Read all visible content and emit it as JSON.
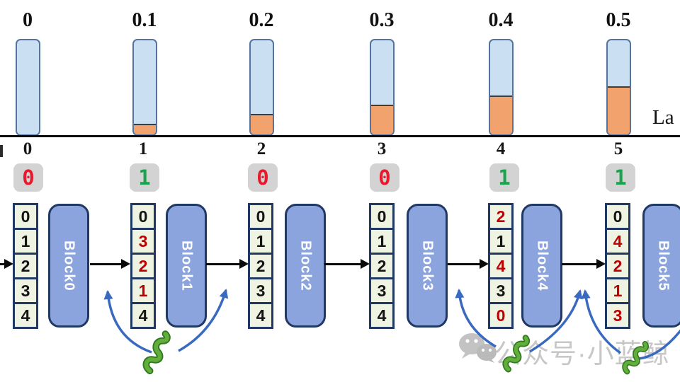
{
  "chart_data": {
    "type": "bar",
    "title": "",
    "categories": [
      "0",
      "1",
      "2",
      "3",
      "4",
      "5"
    ],
    "series": [
      {
        "name": "orange-bottom-ratio",
        "values": [
          0,
          0.1,
          0.2,
          0.3,
          0.4,
          0.5
        ]
      },
      {
        "name": "blue-top-remainder",
        "values": [
          1.0,
          0.9,
          0.8,
          0.7,
          0.6,
          0.5
        ]
      }
    ],
    "bar_value_labels": [
      "0",
      "0.1",
      "0.2",
      "0.3",
      "0.4",
      "0.5"
    ],
    "xlabel": "La",
    "ylabel": "",
    "ylim": [
      0,
      1
    ],
    "legend": "none",
    "grid": false
  },
  "top": {
    "bars": [
      {
        "label": "0",
        "pct": 0,
        "empty": true
      },
      {
        "label": "0.1",
        "pct": 10,
        "empty": false
      },
      {
        "label": "0.2",
        "pct": 20,
        "empty": false
      },
      {
        "label": "0.3",
        "pct": 30,
        "empty": false
      },
      {
        "label": "0.4",
        "pct": 40,
        "empty": false
      },
      {
        "label": "0.5",
        "pct": 50,
        "empty": false
      }
    ],
    "ticks": [
      "0",
      "1",
      "2",
      "3",
      "4",
      "5"
    ],
    "axis_right_label": "La"
  },
  "indicators": [
    {
      "value": "0",
      "green": false
    },
    {
      "value": "1",
      "green": true
    },
    {
      "value": "0",
      "green": false
    },
    {
      "value": "0",
      "green": false
    },
    {
      "value": "1",
      "green": true
    },
    {
      "value": "1",
      "green": true
    }
  ],
  "flow": {
    "blocks": [
      {
        "label": "Block0"
      },
      {
        "label": "Block1"
      },
      {
        "label": "Block2"
      },
      {
        "label": "Block3"
      },
      {
        "label": "Block4"
      },
      {
        "label": "Block5"
      }
    ],
    "vectors": [
      {
        "cells": [
          {
            "v": "0",
            "red": false
          },
          {
            "v": "1",
            "red": false
          },
          {
            "v": "2",
            "red": false
          },
          {
            "v": "3",
            "red": false
          },
          {
            "v": "4",
            "red": false
          }
        ]
      },
      {
        "cells": [
          {
            "v": "0",
            "red": false
          },
          {
            "v": "3",
            "red": true
          },
          {
            "v": "2",
            "red": true
          },
          {
            "v": "1",
            "red": true
          },
          {
            "v": "4",
            "red": false
          }
        ]
      },
      {
        "cells": [
          {
            "v": "0",
            "red": false
          },
          {
            "v": "1",
            "red": false
          },
          {
            "v": "2",
            "red": false
          },
          {
            "v": "3",
            "red": false
          },
          {
            "v": "4",
            "red": false
          }
        ]
      },
      {
        "cells": [
          {
            "v": "0",
            "red": false
          },
          {
            "v": "1",
            "red": false
          },
          {
            "v": "2",
            "red": false
          },
          {
            "v": "3",
            "red": false
          },
          {
            "v": "4",
            "red": false
          }
        ]
      },
      {
        "cells": [
          {
            "v": "2",
            "red": true
          },
          {
            "v": "1",
            "red": false
          },
          {
            "v": "4",
            "red": true
          },
          {
            "v": "3",
            "red": false
          },
          {
            "v": "0",
            "red": true
          }
        ]
      },
      {
        "cells": [
          {
            "v": "0",
            "red": false
          },
          {
            "v": "4",
            "red": true
          },
          {
            "v": "2",
            "red": true
          },
          {
            "v": "1",
            "red": true
          },
          {
            "v": "3",
            "red": true
          }
        ]
      }
    ]
  },
  "icons": {
    "shuffle": "worm-shuffle-icon",
    "wechat": "wechat-icon"
  },
  "watermark": {
    "text": "公众号·小蓝鲸"
  },
  "colors": {
    "bar_blue": "#cadff2",
    "bar_orange": "#f2a36d",
    "block_fill": "#8ca4dd",
    "navy_border": "#1f3864",
    "cell_fill": "#eef4e1",
    "cell_red": "#c00000",
    "indicator_red": "#e8192c",
    "indicator_green": "#1aa24c",
    "indicator_bg": "#d3d3d3",
    "arrow_black": "#0a0a0a",
    "arrow_blue": "#3a6abf",
    "worm_green": "#62ad3c"
  }
}
